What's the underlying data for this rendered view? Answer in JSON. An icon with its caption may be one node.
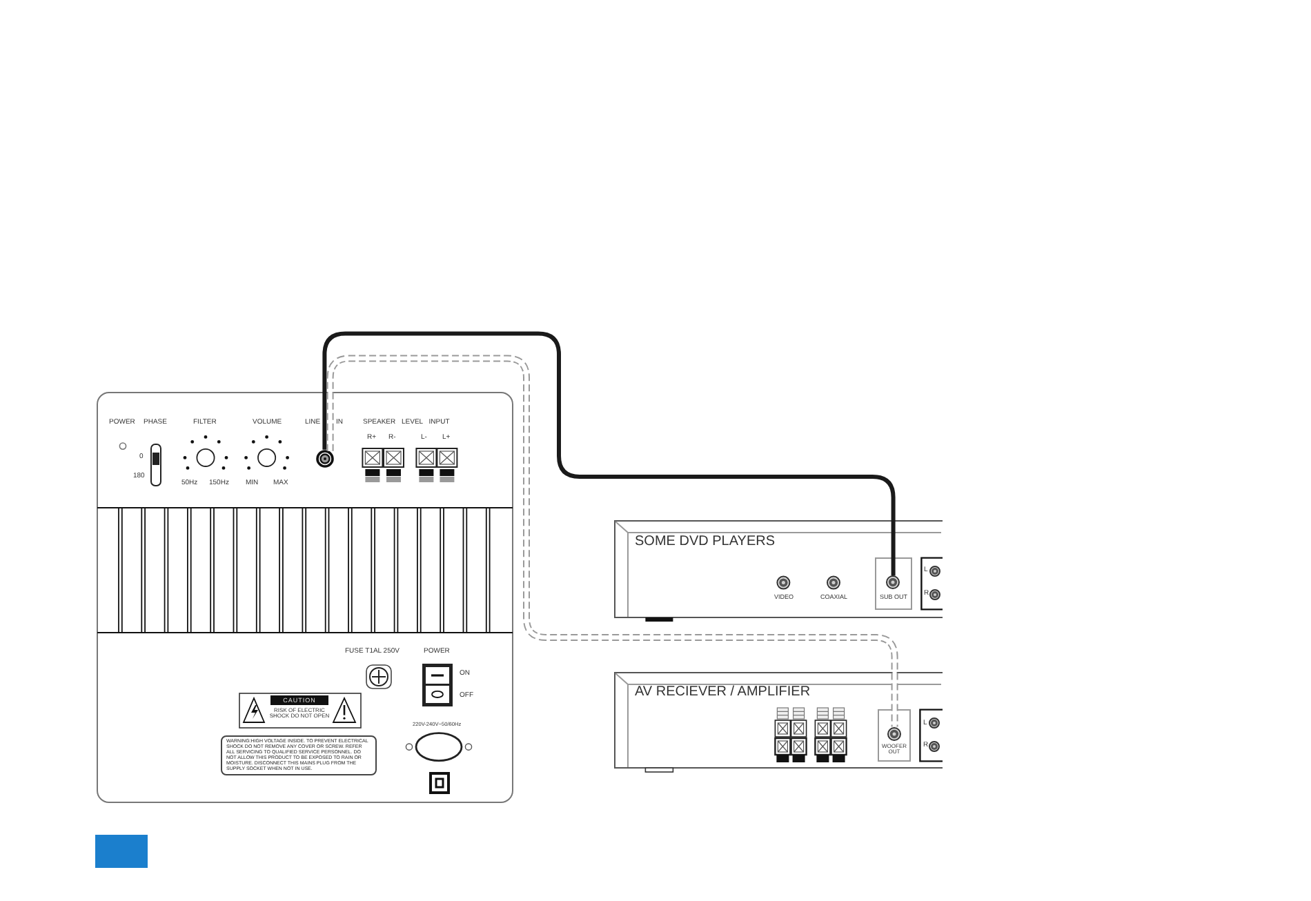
{
  "diagram": {
    "nodes": [
      {
        "text": [],
        "shape": "box"
      },
      {
        "text": [],
        "shape": "circle",
        "beside": [
          "LINE IN"
        ],
        "in": 0
      },
      {
        "text": [
          "SOME DVD PLAYERS"
        ]
      },
      {
        "text": [
          "SUB OUT"
        ],
        "in": 2
      },
      {
        "text": [],
        "shape": "circle",
        "in": 3
      },
      {
        "text": [
          "AV RECIEVER / AMPLIFIER"
        ]
      },
      {
        "text": [
          "WOOFER OUT"
        ],
        "in": 5
      },
      {
        "text": [],
        "shape": "circle",
        "in": 6
      }
    ],
    "edges": [
      {
        "from": 1,
        "to": 4,
        "arrow": "none"
      },
      {
        "from": 1,
        "to": 7,
        "arrow": "none",
        "style": "dashed",
        "color": "#999999"
      }
    ],
    "labels": [
      "POWER",
      "PHASE",
      "FILTER",
      "VOLUME",
      "SPEAKER LEVEL INPUT",
      "R+",
      "R-",
      "L-",
      "L+",
      "0",
      "180",
      "50Hz",
      "150Hz",
      "MIN",
      "MAX",
      "FUSE T1AL 250V",
      "POWER",
      "ON",
      "OFF",
      "CAUTION",
      "RISK OF ELECTRIC SHOCK DO NOT OPEN",
      "220V-240V~50/60Hz",
      "WARNING:HIGH VOLTAGE INSIDE. TO PREVENT ELECTRICAL SHOCK DO NOT REMOVE ANY COVER OR SCREW. REFER ALL SERVICING TO QUALIFIED SERVICE PERSONNEL. DO NOT ALLOW THIS PRODUCT TO BE EXPOSED TO RAIN OR MOISTURE. DISCONNECT THIS MAINS PLUG FROM THE SUPPLY SOCKET WHEN NOT IN USE.",
      "VIDEO",
      "COAXIAL",
      "L",
      "R",
      "L",
      "R"
    ]
  }
}
